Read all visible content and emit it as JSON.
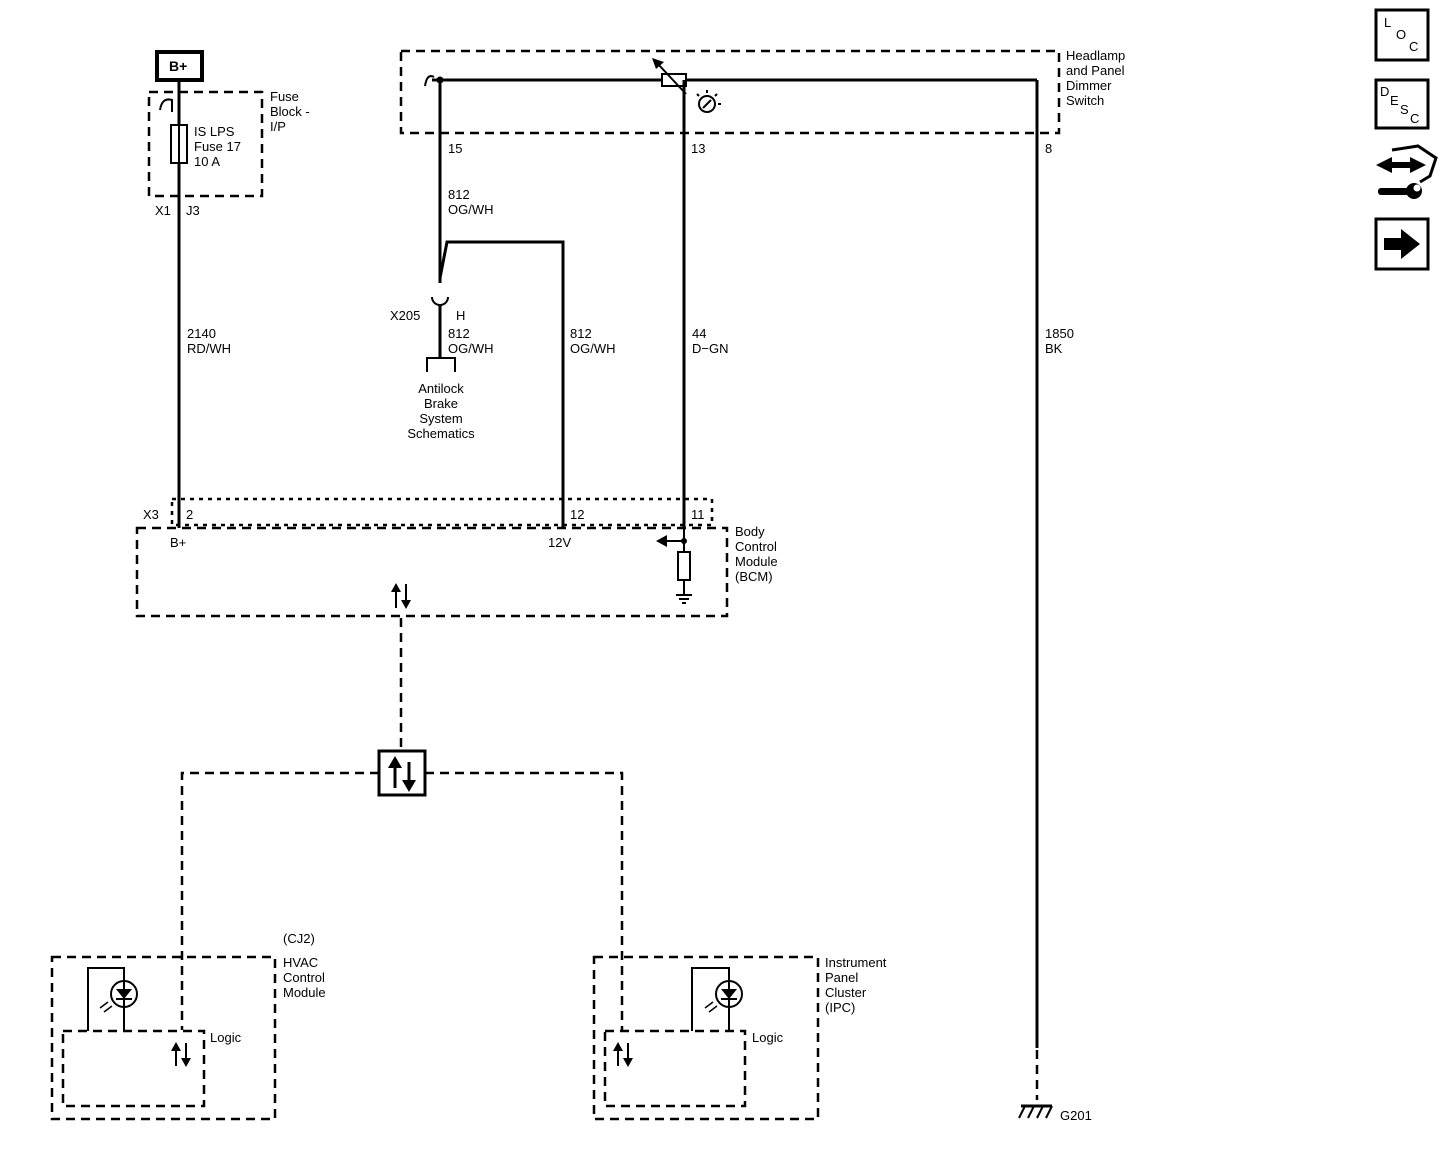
{
  "power": {
    "label": "B+"
  },
  "fuse_block": {
    "title_lines": [
      "Fuse",
      "Block -",
      "I/P"
    ],
    "fuse_lines": [
      "IS LPS",
      "Fuse 17",
      "10 A"
    ],
    "connector": "X1",
    "pin": "J3"
  },
  "switch": {
    "title_lines": [
      "Headlamp",
      "and Panel",
      "Dimmer",
      "Switch"
    ],
    "pins": [
      "15",
      "13",
      "8"
    ]
  },
  "wires": [
    {
      "id": "2140",
      "circuit": "2140",
      "color": "RD/WH"
    },
    {
      "id": "812a",
      "circuit": "812",
      "color": "OG/WH"
    },
    {
      "id": "812b",
      "circuit": "812",
      "color": "OG/WH"
    },
    {
      "id": "812c",
      "circuit": "812",
      "color": "OG/WH"
    },
    {
      "id": "44",
      "circuit": "44",
      "color": "D−GN"
    },
    {
      "id": "1850",
      "circuit": "1850",
      "color": "BK"
    }
  ],
  "splice": {
    "connector": "X205",
    "pin": "H"
  },
  "abs_ref": {
    "lines": [
      "Antilock",
      "Brake",
      "System",
      "Schematics"
    ]
  },
  "bcm": {
    "title_lines": [
      "Body",
      "Control",
      "Module",
      "(BCM)"
    ],
    "connector": "X3",
    "pins": [
      "2",
      "12",
      "11"
    ],
    "inputs": [
      "B+",
      "12V"
    ]
  },
  "hvac": {
    "option": "(CJ2)",
    "title_lines": [
      "HVAC",
      "Control",
      "Module"
    ],
    "logic": "Logic"
  },
  "ipc": {
    "title_lines": [
      "Instrument",
      "Panel",
      "Cluster",
      "(IPC)"
    ],
    "logic": "Logic"
  },
  "ground": {
    "label": "G201"
  },
  "side_nav": [
    {
      "name": "loc-button",
      "letters": [
        "L",
        "O",
        "C"
      ],
      "icon": "loc-icon"
    },
    {
      "name": "desc-button",
      "letters": [
        "D",
        "E",
        "S",
        "C"
      ],
      "icon": "desc-icon"
    },
    {
      "name": "connector-end-view-button",
      "icon": "connector-wrench-icon"
    },
    {
      "name": "next-button",
      "icon": "arrow-right-icon"
    }
  ]
}
